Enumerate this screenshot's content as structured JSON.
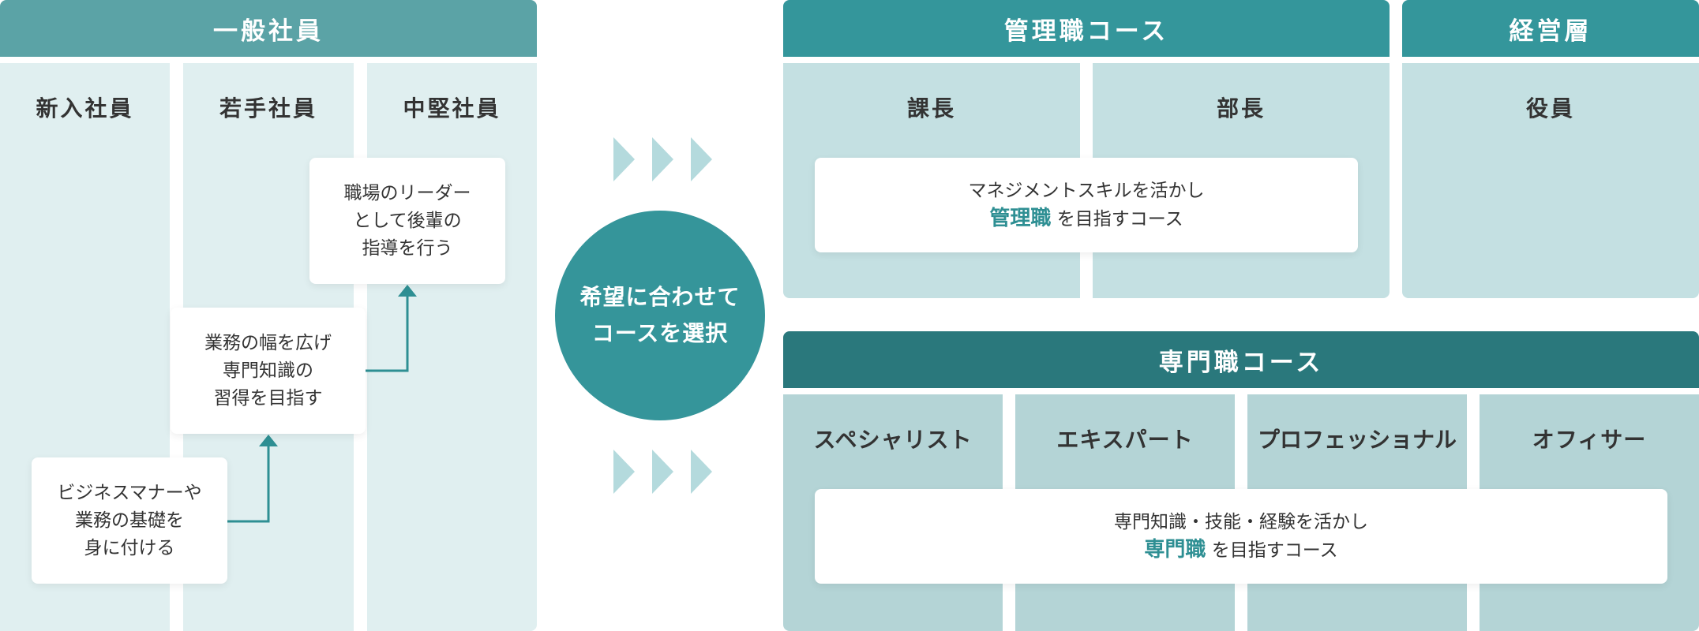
{
  "general": {
    "header": "一般社員",
    "columns": [
      "新入社員",
      "若手社員",
      "中堅社員"
    ],
    "cards": [
      [
        "ビジネスマナーや",
        "業務の基礎を",
        "身に付ける"
      ],
      [
        "業務の幅を広げ",
        "専門知識の",
        "習得を目指す"
      ],
      [
        "職場のリーダー",
        "として後輩の",
        "指導を行う"
      ]
    ]
  },
  "center": {
    "lines": [
      "希望に合わせて",
      "コースを選択"
    ]
  },
  "management": {
    "header": "管理職コース",
    "columns": [
      "課長",
      "部長"
    ],
    "card_line1": "マネジメントスキルを活かし",
    "card_highlight": "管理職",
    "card_rest": " を目指すコース"
  },
  "executive": {
    "header": "経営層",
    "columns": [
      "役員"
    ]
  },
  "specialist": {
    "header": "専門職コース",
    "columns": [
      "スペシャリスト",
      "エキスパート",
      "プロフェッショナル",
      "オフィサー"
    ],
    "card_line1": "専門知識・技能・経験を活かし",
    "card_highlight": "専門職",
    "card_rest": " を目指すコース"
  },
  "colors": {
    "general_header": "#5ba3a6",
    "general_column": "#e0eff0",
    "management_header": "#34969b",
    "management_column": "#c4e0e2",
    "specialist_header": "#2a787c",
    "specialist_column": "#b4d4d6",
    "arrow_light": "#b4dadd",
    "circle": "#35959a",
    "highlight": "#2e8f93"
  }
}
